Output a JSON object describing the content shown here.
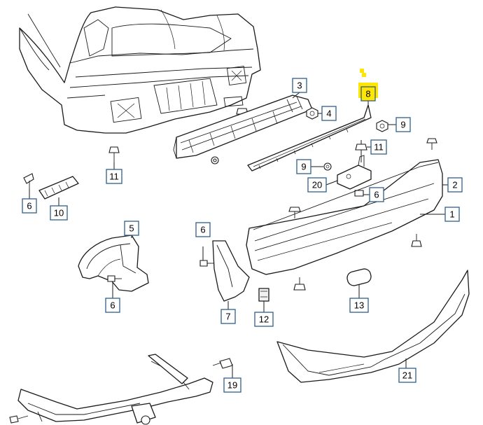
{
  "diagram": {
    "callouts": [
      {
        "id": "c3",
        "label": "3"
      },
      {
        "id": "c4",
        "label": "4"
      },
      {
        "id": "c8",
        "label": "8"
      },
      {
        "id": "c9a",
        "label": "9"
      },
      {
        "id": "c11a",
        "label": "11"
      },
      {
        "id": "c9b",
        "label": "9"
      },
      {
        "id": "c20",
        "label": "20"
      },
      {
        "id": "c6a",
        "label": "6"
      },
      {
        "id": "c2",
        "label": "2"
      },
      {
        "id": "c1",
        "label": "1"
      },
      {
        "id": "c11b",
        "label": "11"
      },
      {
        "id": "c6b",
        "label": "6"
      },
      {
        "id": "c10",
        "label": "10"
      },
      {
        "id": "c5",
        "label": "5"
      },
      {
        "id": "c6c",
        "label": "6"
      },
      {
        "id": "c6d",
        "label": "6"
      },
      {
        "id": "c7",
        "label": "7"
      },
      {
        "id": "c12",
        "label": "12"
      },
      {
        "id": "c13",
        "label": "13"
      },
      {
        "id": "c21",
        "label": "21"
      },
      {
        "id": "c19",
        "label": "19"
      }
    ],
    "highlighted_callout": "8",
    "highlight_color": "#ffe600",
    "callout_border_color": "#2f5f8a"
  }
}
